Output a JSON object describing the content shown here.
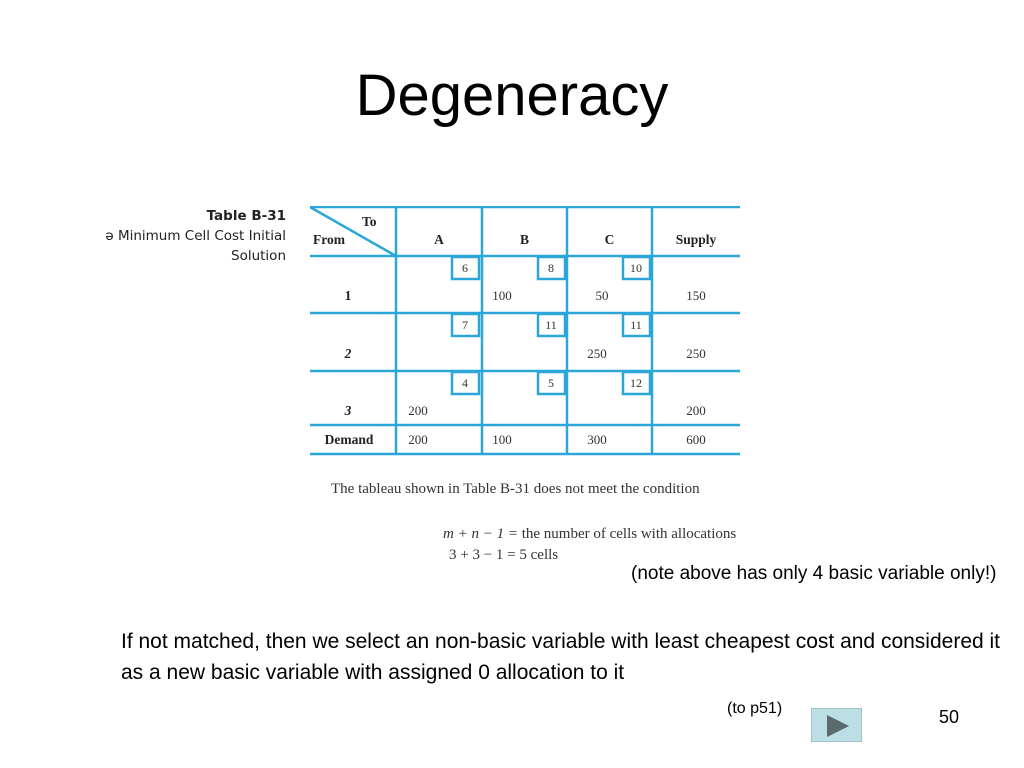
{
  "slide": {
    "title": "Degeneracy",
    "table_caption": {
      "label": "Table B-31",
      "line2": "ə Minimum Cell Cost Initial",
      "line3": "Solution"
    },
    "tableau": {
      "header_to": "To",
      "header_from": "From",
      "columns": [
        "A",
        "B",
        "C",
        "Supply"
      ],
      "rows": [
        {
          "label": "1",
          "costs": [
            "6",
            "8",
            "10"
          ],
          "allocations": [
            "",
            "100",
            "50"
          ],
          "supply": "150"
        },
        {
          "label": "2",
          "costs": [
            "7",
            "11",
            "11"
          ],
          "allocations": [
            "",
            "",
            "250"
          ],
          "supply": "250"
        },
        {
          "label": "3",
          "costs": [
            "4",
            "5",
            "12"
          ],
          "allocations": [
            "200",
            "",
            ""
          ],
          "supply": "200"
        }
      ],
      "demand_label": "Demand",
      "demand": [
        "200",
        "100",
        "300"
      ],
      "total": "600"
    },
    "sentence": "The tableau shown in Table B-31 does not meet the condition",
    "formula_line1_lhs": "m + n − 1 =",
    "formula_line1_rhs": "the number of cells with allocations",
    "formula_line2": "3 + 3 − 1 = 5 cells",
    "note": "(note above has only 4 basic variable only!)",
    "main_text": "If not matched, then we select an non-basic variable with least cheapest cost and considered it as a new basic variable with assigned 0 allocation to it",
    "reference": "(to p51)",
    "page_number": "50",
    "accent_color": "#2ba6d8",
    "button_color": "#bcdfe6",
    "arrow_color": "#5a6b70"
  }
}
